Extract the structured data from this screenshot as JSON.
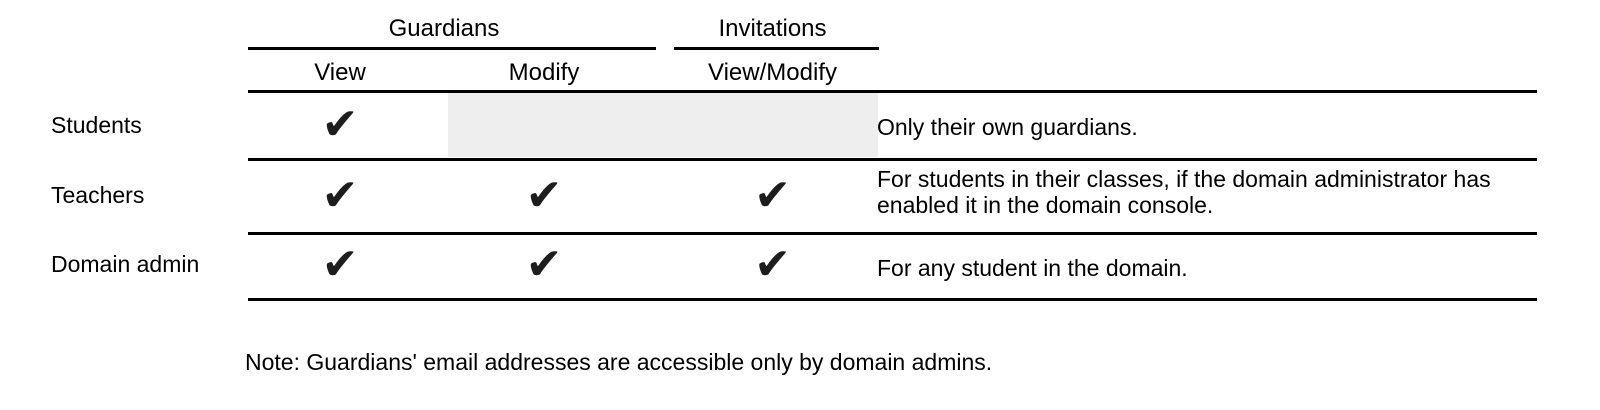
{
  "colors": {
    "background": "#ffffff",
    "text": "#000000",
    "line": "#000000",
    "shaded_cell": "#eeeeee",
    "check": "#1d1d1d"
  },
  "icons": {
    "check_icon": "✔"
  },
  "table": {
    "column_groups": [
      {
        "label": "Guardians",
        "subcolumns": [
          "View",
          "Modify"
        ]
      },
      {
        "label": "Invitations",
        "subcolumns": [
          "View/Modify"
        ]
      }
    ],
    "rows": [
      {
        "role": "Students",
        "cells": {
          "guardians_view": true,
          "guardians_modify": false,
          "invitations_view_modify": false
        },
        "note": "Only their own guardians."
      },
      {
        "role": "Teachers",
        "cells": {
          "guardians_view": true,
          "guardians_modify": true,
          "invitations_view_modify": true
        },
        "note": "For students in their classes, if the domain administrator has enabled it in the domain console."
      },
      {
        "role": "Domain admin",
        "cells": {
          "guardians_view": true,
          "guardians_modify": true,
          "invitations_view_modify": true
        },
        "note": "For any student in the domain."
      }
    ]
  },
  "footnote": "Note: Guardians' email addresses are accessible only by domain admins."
}
